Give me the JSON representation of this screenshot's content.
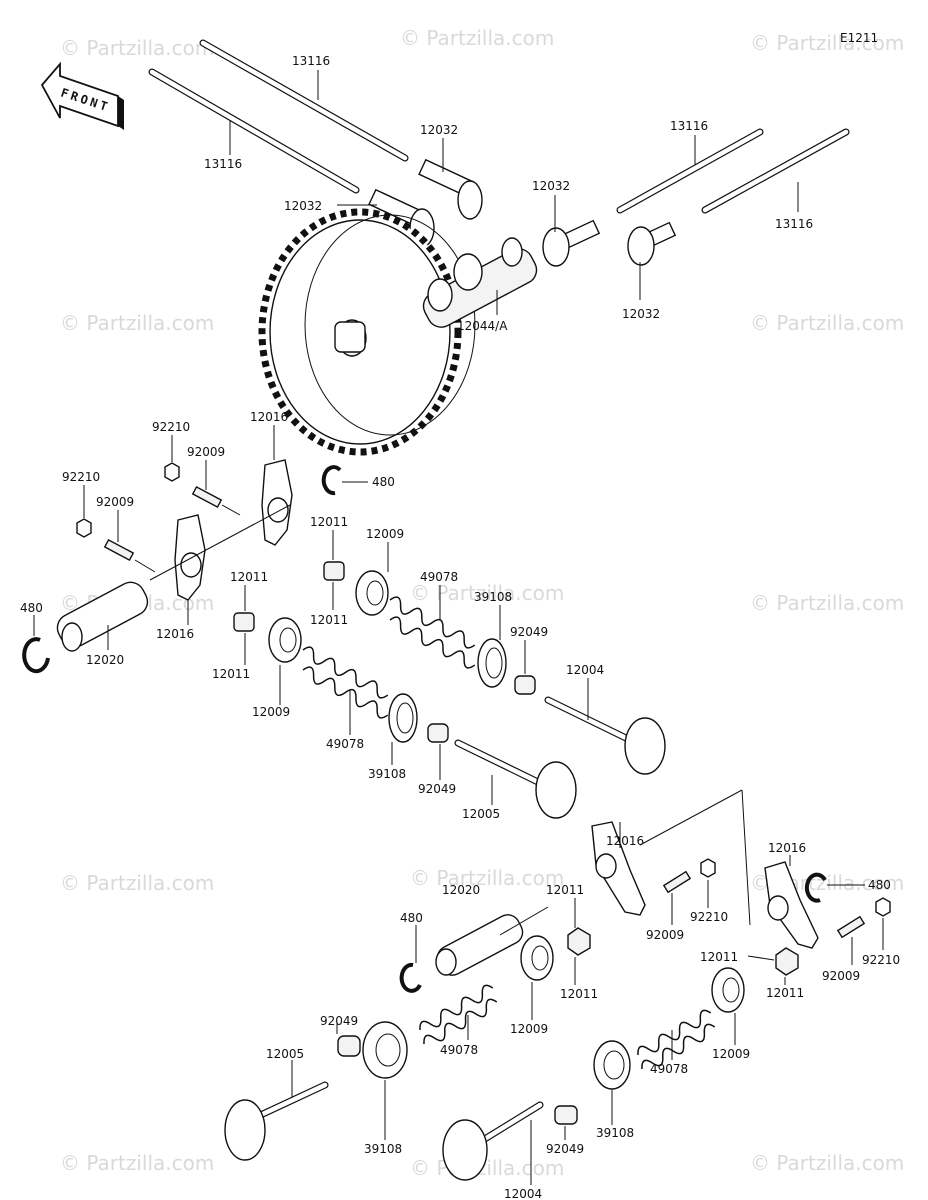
{
  "diagram_code": "E1211",
  "front_label": "FRONT",
  "watermark": "© Partzilla.com",
  "labels": {
    "l1": "13116",
    "l2": "13116",
    "l3": "13116",
    "l4": "13116",
    "l5": "12032",
    "l6": "12032",
    "l7": "12032",
    "l8": "12032",
    "l9": "12044/A",
    "l10": "92210",
    "l11": "92009",
    "l12": "12016",
    "l13": "480",
    "l14": "92210",
    "l15": "92009",
    "l16": "480",
    "l17": "12020",
    "l18": "12016",
    "l19": "12011",
    "l20": "12011",
    "l21": "12009",
    "l22": "12011",
    "l23": "12011",
    "l24": "49078",
    "l25": "39108",
    "l26": "92049",
    "l27": "12004",
    "l28": "12009",
    "l29": "49078",
    "l30": "39108",
    "l31": "92049",
    "l32": "12005",
    "l33": "12016",
    "l34": "12016",
    "l35": "480",
    "l36": "92210",
    "l37": "92009",
    "l38": "92210",
    "l39": "92009",
    "l40": "12020",
    "l41": "12011",
    "l42": "480",
    "l43": "12011",
    "l44": "12011",
    "l45": "12011",
    "l46": "92049",
    "l47": "12005",
    "l48": "39108",
    "l49": "49078",
    "l50": "12009",
    "l51": "12004",
    "l52": "92049",
    "l53": "39108",
    "l54": "49078",
    "l55": "12009"
  }
}
